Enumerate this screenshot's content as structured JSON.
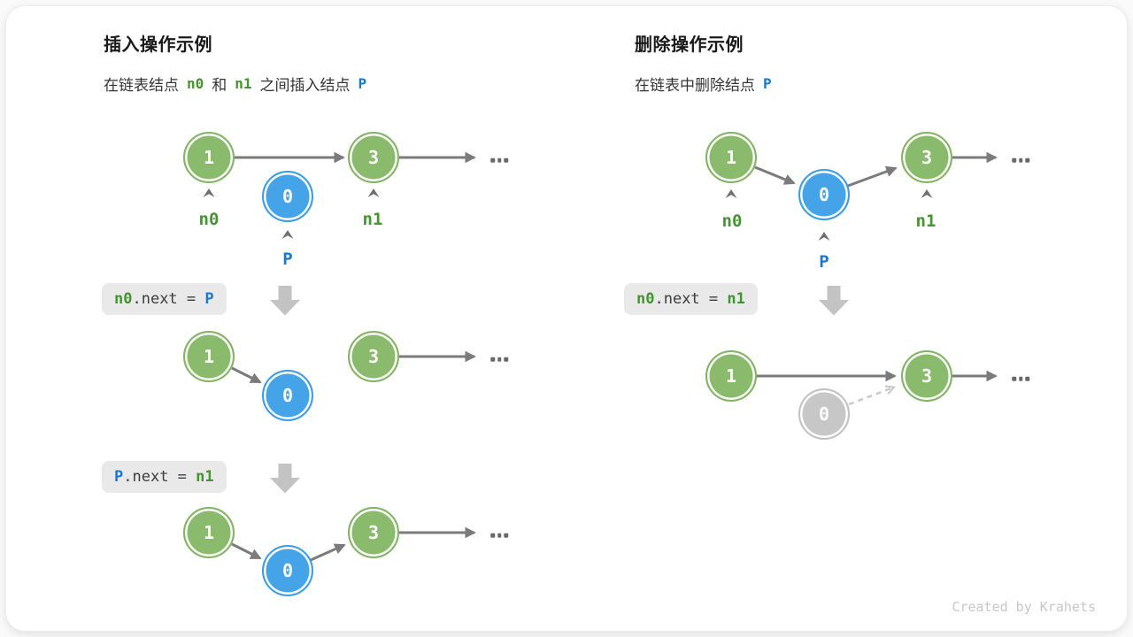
{
  "footer": "Created by Krahets",
  "ellipsis": "...",
  "colors": {
    "green_node": "#8aba6c",
    "blue_node": "#45a3e8",
    "gray_node": "#c7c7c7",
    "green_text": "#44942f",
    "blue_text": "#1779d0",
    "arrow_gray": "#7b7b7b",
    "light_gray": "#c9c9c9",
    "code_chip_bg": "#e9e9e9"
  },
  "node_values": {
    "first": "1",
    "inserted": "0",
    "last": "3"
  },
  "pointer_labels": {
    "n0": "n0",
    "n1": "n1",
    "p": "P"
  },
  "insert": {
    "title": "插入操作示例",
    "subtitle": {
      "t1": "在链表结点",
      "v1": "n0",
      "t2": "和",
      "v2": "n1",
      "t3": "之间插入结点",
      "v3": "P"
    },
    "step1": {
      "lhs": "n0",
      "mid": ".next = ",
      "rhs": "P"
    },
    "step2": {
      "lhs": "P",
      "mid": ".next = ",
      "rhs": "n1"
    }
  },
  "delete": {
    "title": "删除操作示例",
    "subtitle": {
      "t1": "在链表中删除结点",
      "v1": "P"
    },
    "step1": {
      "lhs": "n0",
      "mid": ".next = ",
      "rhs": "n1"
    }
  }
}
